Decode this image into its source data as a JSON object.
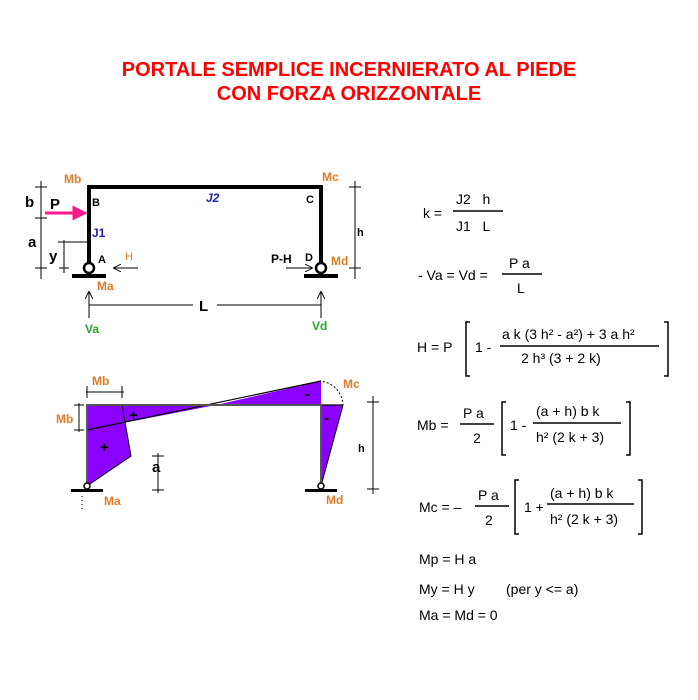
{
  "title": {
    "line1": "PORTALE SEMPLICE INCERNIERATO AL PIEDE",
    "line2": "CON FORZA ORIZZONTALE"
  },
  "frame": {
    "Mb": "Mb",
    "Mc": "Mc",
    "b": "b",
    "P": "P",
    "B": "B",
    "C": "C",
    "J2": "J2",
    "J1": "J1",
    "a": "a",
    "y": "y",
    "A": "A",
    "H": "H",
    "PH": "P-H",
    "D": "D",
    "Md": "Md",
    "h": "h",
    "Ma": "Ma",
    "L": "L",
    "Va": "Va",
    "Vd": "Vd"
  },
  "moment_diagram": {
    "Mb_top": "Mb",
    "Mb_left": "Mb",
    "Mc": "Mc",
    "h": "h",
    "a": "a",
    "Ma": "Ma",
    "Md": "Md",
    "plus1": "+",
    "plus2": "+",
    "minus1": "-",
    "minus2": "-"
  },
  "formulas": {
    "k": {
      "lhs": "k =",
      "num": "J2   h",
      "den": "J1   L"
    },
    "va": {
      "lhs": "- Va = Vd =",
      "num": "P a",
      "den": "L"
    },
    "H": {
      "lhs": "H = P",
      "one": "1 -",
      "num": "a k (3 h² - a²) + 3 a h²",
      "den": "2 h³ (3 + 2 k)"
    },
    "mb": {
      "lhs": "Mb =",
      "num": "P a",
      "den": "2",
      "one": "1 -",
      "num2": "(a + h) b k",
      "den2": "h² (2 k + 3)"
    },
    "mc": {
      "lhs": "Mc = –",
      "num": "P a",
      "den": "2",
      "one": "1 +",
      "num2": "(a + h) b k",
      "den2": "h² (2 k + 3)"
    },
    "mp": "Mp = H a",
    "my": "My = H y",
    "my_note": "(per y <= a)",
    "ma": "Ma = Md = 0"
  },
  "colors": {
    "title": "#ff0000",
    "moment_label": "#e07b2a",
    "reaction": "#2aa52a",
    "section": "#1c1cb0",
    "force": "#ff1a8c",
    "fill": "#8b00ff"
  }
}
